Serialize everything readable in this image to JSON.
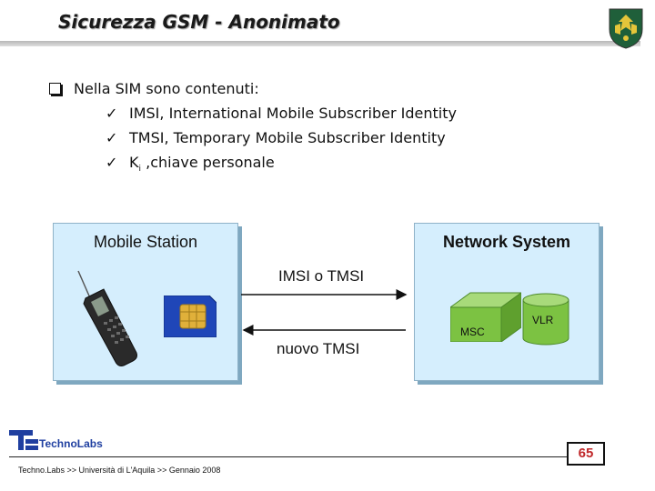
{
  "slide": {
    "title": "Sicurezza GSM - Anonimato"
  },
  "bullets": {
    "main": "Nella SIM sono contenuti:",
    "items": [
      "IMSI, International Mobile Subscriber Identity",
      "TMSI, Temporary Mobile Subscriber Identity"
    ],
    "ki": {
      "k": "K",
      "sub": "i",
      "rest": " ,chiave personale"
    }
  },
  "diagram": {
    "mobile_station": "Mobile Station",
    "network_system": "Network System",
    "message_out": "IMSI o TMSI",
    "message_in": "nuovo TMSI",
    "msc": "MSC",
    "vlr": "VLR",
    "colors": {
      "box_fill": "#d5eefd",
      "box_shadow": "#7fa8c0",
      "node_fill": "#7cc242"
    }
  },
  "footer": {
    "logo": "TechnoLabs",
    "text": "Techno.Labs >> Università di L'Aquila >> Gennaio 2008",
    "page": "65"
  }
}
